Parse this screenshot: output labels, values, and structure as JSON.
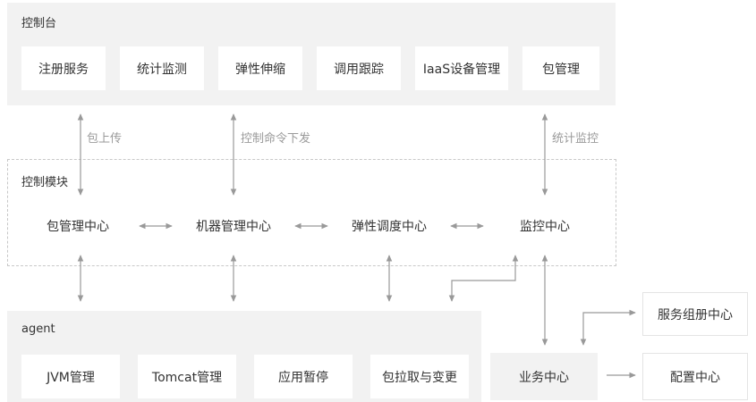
{
  "console": {
    "title": "控制台",
    "items": [
      "注册服务",
      "统计监测",
      "弹性伸缩",
      "调用跟踪",
      "IaaS设备管理",
      "包管理"
    ]
  },
  "control_module": {
    "title": "控制模块",
    "items": [
      "包管理中心",
      "机器管理中心",
      "弹性调度中心",
      "监控中心"
    ]
  },
  "agent": {
    "title": "agent",
    "items": [
      "JVM管理",
      "Tomcat管理",
      "应用暂停",
      "包拉取与变更"
    ]
  },
  "side_nodes": {
    "business_center": "业务中心",
    "service_registry_center": "服务组册中心",
    "config_center": "配置中心"
  },
  "edge_labels": {
    "package_upload": "包上传",
    "control_command": "控制命令下发",
    "stats_monitor": "统计监控"
  },
  "colors": {
    "panel_bg": "#f2f2f2",
    "box_bg": "#ffffff",
    "arrow": "#999999",
    "label_gray": "#9a9a9a"
  }
}
